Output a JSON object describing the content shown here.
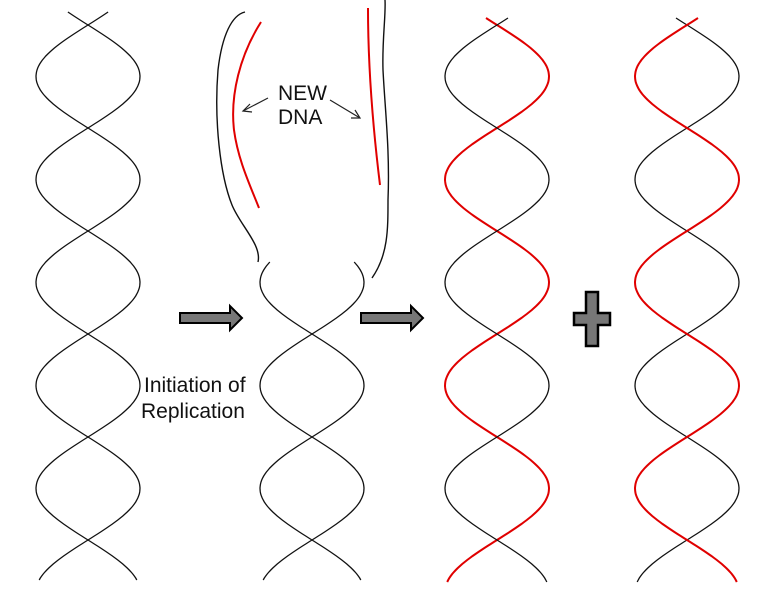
{
  "diagram": {
    "labels": {
      "new_dna_line1": "NEW",
      "new_dna_line2": "DNA",
      "initiation_line1": "Initiation of",
      "initiation_line2": "Replication"
    },
    "colors": {
      "old_strand": "#111111",
      "new_strand": "#e00000",
      "arrow_fill": "#777777"
    },
    "symbols": {
      "plus": "plus-sign",
      "arrows": "right-arrow"
    }
  }
}
